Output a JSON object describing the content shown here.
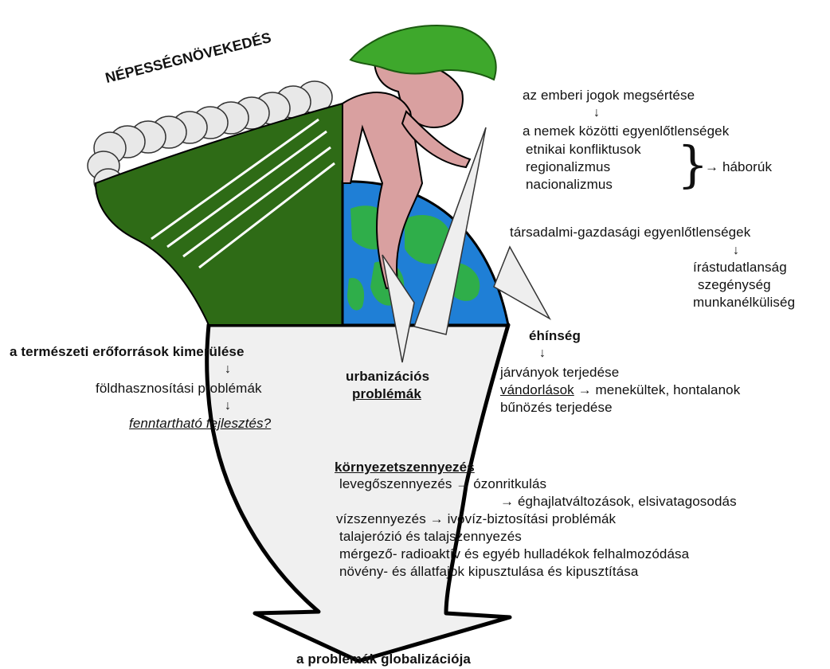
{
  "colors": {
    "vegetation_green": "#2e6b16",
    "ocean_blue": "#1f7fd6",
    "land_green": "#2fae4a",
    "arrow_fill": "#f0f0f0",
    "skin": "#d9a0a0",
    "outline": "#000000"
  },
  "labels": {
    "population": "NÉPESSÉGNÖVEKEDÉS",
    "human_rights": "az emberi jogok megsértése",
    "gender": "a nemek közötti egyenlőtlenségek",
    "ethnic": "etnikai konfliktusok",
    "regionalism": "regionalizmus",
    "nationalism": "nacionalizmus",
    "wars": "háborúk",
    "socio_economic": "társadalmi-gazdasági egyenlőtlenségek",
    "illiteracy": "írástudatlanság",
    "poverty": "szegénység",
    "unemployment": "munkanélküliség",
    "hunger": "éhínség",
    "epidemics": "járványok terjedése",
    "migrations": "vándorlások",
    "refugees": "menekültek, hontalanok",
    "crime": "bűnözés terjedése",
    "resources": "a természeti erőforrások kimerülése",
    "land_use": "földhasznosítási problémák",
    "sustainable": "fenntartható fejlesztés?",
    "urban_1": "urbanizációs",
    "urban_2": "problémák",
    "pollution": "környezetszennyezés",
    "air": "levegőszennyezés",
    "ozone": "ózonritkulás",
    "climate": "éghajlatváltozások, elsivatagosodás",
    "water": "vízszennyezés",
    "drinking": "ivóvíz-biztosítási problémák",
    "soil": "talajerózió és talajszennyezés",
    "waste": "mérgező- radioaktív és egyéb hulladékok felhalmozódása",
    "species": "növény- és állatfajok kipusztulása és kipusztítása",
    "globalization": "a problémák globalizációja"
  },
  "symbols": {
    "arrow_right": "→",
    "arrow_down": "↓",
    "brace": "}"
  }
}
